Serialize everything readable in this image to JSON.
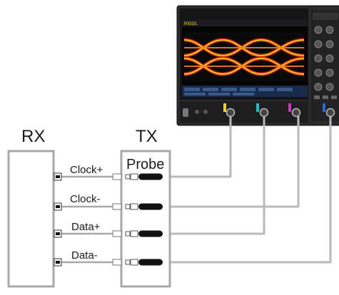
{
  "rx_label": "RX",
  "tx_label": "TX",
  "probe_label": "Probe",
  "signals": [
    "Clock+",
    "Clock-",
    "Data+",
    "Data-"
  ],
  "scope": {
    "brand": "RIGOL",
    "screen": "eye diagram",
    "channel_colors": [
      "#e8d42a",
      "#2ab4c8",
      "#c23ab8",
      "#2a6ad8"
    ]
  },
  "colors": {
    "box_line": "#a8a8a8",
    "wire": "#b8b8b8",
    "probe_tip": "#111111",
    "scope_body": "#2a2a2a",
    "eye_red": "#d4201a",
    "eye_yellow": "#f0c81e"
  }
}
